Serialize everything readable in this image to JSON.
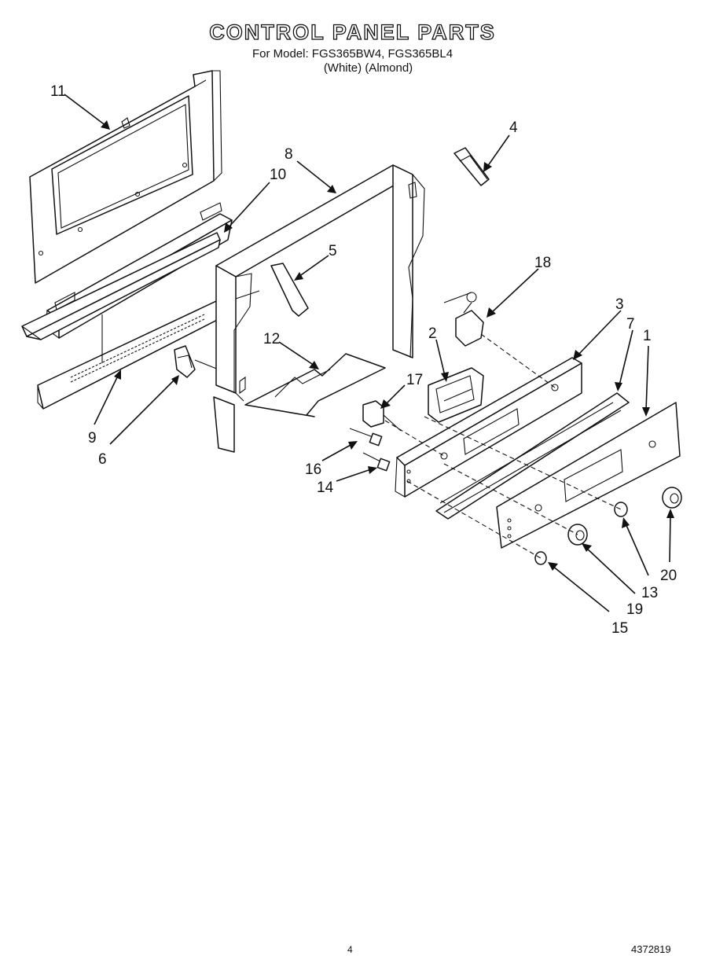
{
  "title": "CONTROL PANEL PARTS",
  "subtitle_line1": "For Model: FGS365BW4, FGS365BL4",
  "subtitle_line2": "(White)   (Almond)",
  "callouts": [
    "1",
    "2",
    "3",
    "4",
    "5",
    "6",
    "7",
    "8",
    "9",
    "10",
    "11",
    "12",
    "13",
    "14",
    "15",
    "16",
    "17",
    "18",
    "19",
    "20"
  ],
  "footer": {
    "page_number": "4",
    "document_code": "4372819"
  }
}
